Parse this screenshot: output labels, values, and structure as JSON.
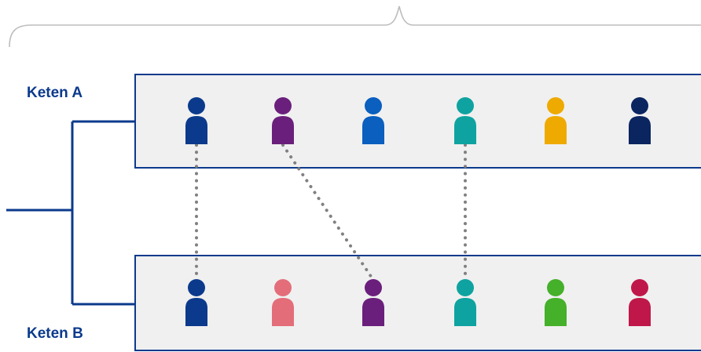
{
  "chain_a": {
    "label": "Keten A",
    "members": [
      {
        "icon": "person-icon",
        "color": "#0b3a8c"
      },
      {
        "icon": "person-icon",
        "color": "#6b1f7c"
      },
      {
        "icon": "person-icon",
        "color": "#0a5fbf"
      },
      {
        "icon": "person-icon",
        "color": "#0ea3a0"
      },
      {
        "icon": "person-icon",
        "color": "#eeaa00"
      },
      {
        "icon": "person-icon",
        "color": "#0a2560"
      }
    ]
  },
  "chain_b": {
    "label": "Keten B",
    "members": [
      {
        "icon": "person-icon",
        "color": "#0b3a8c"
      },
      {
        "icon": "person-icon",
        "color": "#e46d7a"
      },
      {
        "icon": "person-icon",
        "color": "#6b1f7c"
      },
      {
        "icon": "person-icon",
        "color": "#0ea3a0"
      },
      {
        "icon": "person-icon",
        "color": "#45b02a"
      },
      {
        "icon": "person-icon",
        "color": "#c0174a"
      }
    ]
  },
  "links": [
    {
      "from": 0,
      "to": 0
    },
    {
      "from": 1,
      "to": 2
    },
    {
      "from": 3,
      "to": 3
    }
  ],
  "colors": {
    "frame": "#0b3a8c",
    "box_fill": "#f0f0f0",
    "brace": "#bdbdbd",
    "link": "#808080"
  }
}
